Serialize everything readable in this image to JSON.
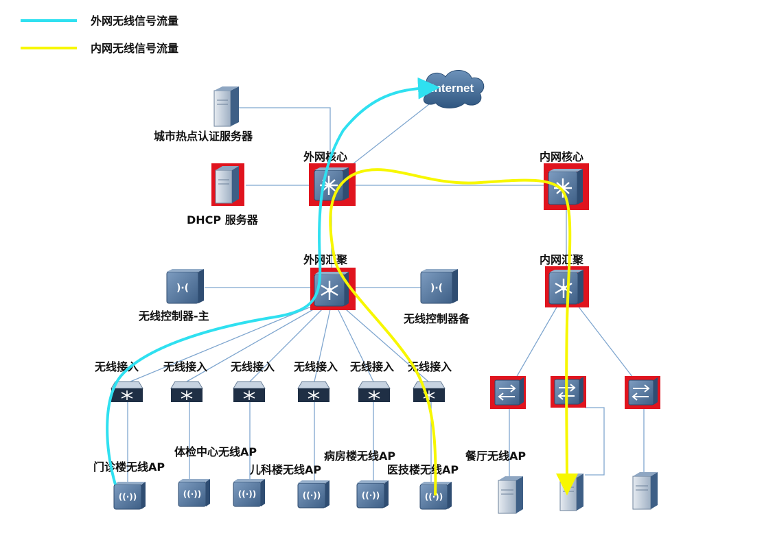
{
  "legend": {
    "outer": {
      "label": "外网无线信号流量",
      "color": "#2fe0f0"
    },
    "inner": {
      "label": "内网无线信号流量",
      "color": "#f7f700"
    }
  },
  "cloud": {
    "label": "Internet"
  },
  "servers": {
    "auth": "城市热点认证服务器",
    "dhcp": "DHCP 服务器"
  },
  "outer_net": {
    "core": "外网核心",
    "aggregation": "外网汇聚",
    "controller_main": "无线控制器-主",
    "controller_backup": "无线控制器备",
    "access": [
      "无线接入",
      "无线接入",
      "无线接入",
      "无线接入",
      "无线接入",
      "无线接入"
    ]
  },
  "inner_net": {
    "core": "内网核心",
    "aggregation": "内网汇聚"
  },
  "ap_labels": {
    "clinic": "门诊楼无线AP",
    "physical": "体检中心无线AP",
    "pediatric": "儿科楼无线AP",
    "ward": "病房楼无线AP",
    "medtech": "医技楼无线AP",
    "canteen": "餐厅无线AP"
  },
  "colors": {
    "link": "#7fa6cf",
    "highlight": "#e0141e",
    "device": "#4e6f95",
    "cloud": "#3d6891"
  }
}
